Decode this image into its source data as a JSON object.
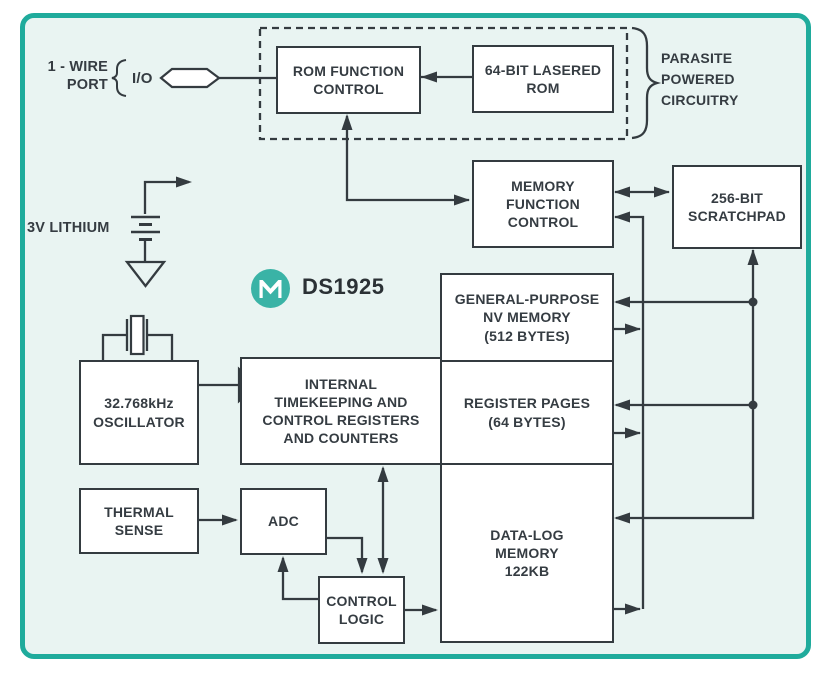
{
  "part": {
    "number": "DS1925"
  },
  "port": {
    "name": "1 - WIRE\nPORT",
    "pin": "I/O"
  },
  "power": {
    "battery": "3V LITHIUM",
    "parasite": "PARASITE\nPOWERED\nCIRCUITRY"
  },
  "blocks": {
    "rom_function_control": "ROM FUNCTION\nCONTROL",
    "lasered_rom": "64-BIT LASERED\nROM",
    "memory_function_control": "MEMORY\nFUNCTION\nCONTROL",
    "scratchpad": "256-BIT\nSCRATCHPAD",
    "nv_memory": "GENERAL-PURPOSE\nNV MEMORY\n(512 BYTES)",
    "register_pages": "REGISTER PAGES\n(64 BYTES)",
    "datalog_memory": "DATA-LOG\nMEMORY\n122KB",
    "timekeeping": "INTERNAL\nTIMEKEEPING AND\nCONTROL REGISTERS\nAND COUNTERS",
    "oscillator": "32.768kHz\nOSCILLATOR",
    "thermal_sense": "THERMAL\nSENSE",
    "adc": "ADC",
    "control_logic": "CONTROL\nLOGIC"
  },
  "colors": {
    "panel_border": "#1fab9c",
    "panel_background": "#e9f4f2",
    "line": "#343b40",
    "logo": "#3ab3a6",
    "text": "#353c42"
  }
}
